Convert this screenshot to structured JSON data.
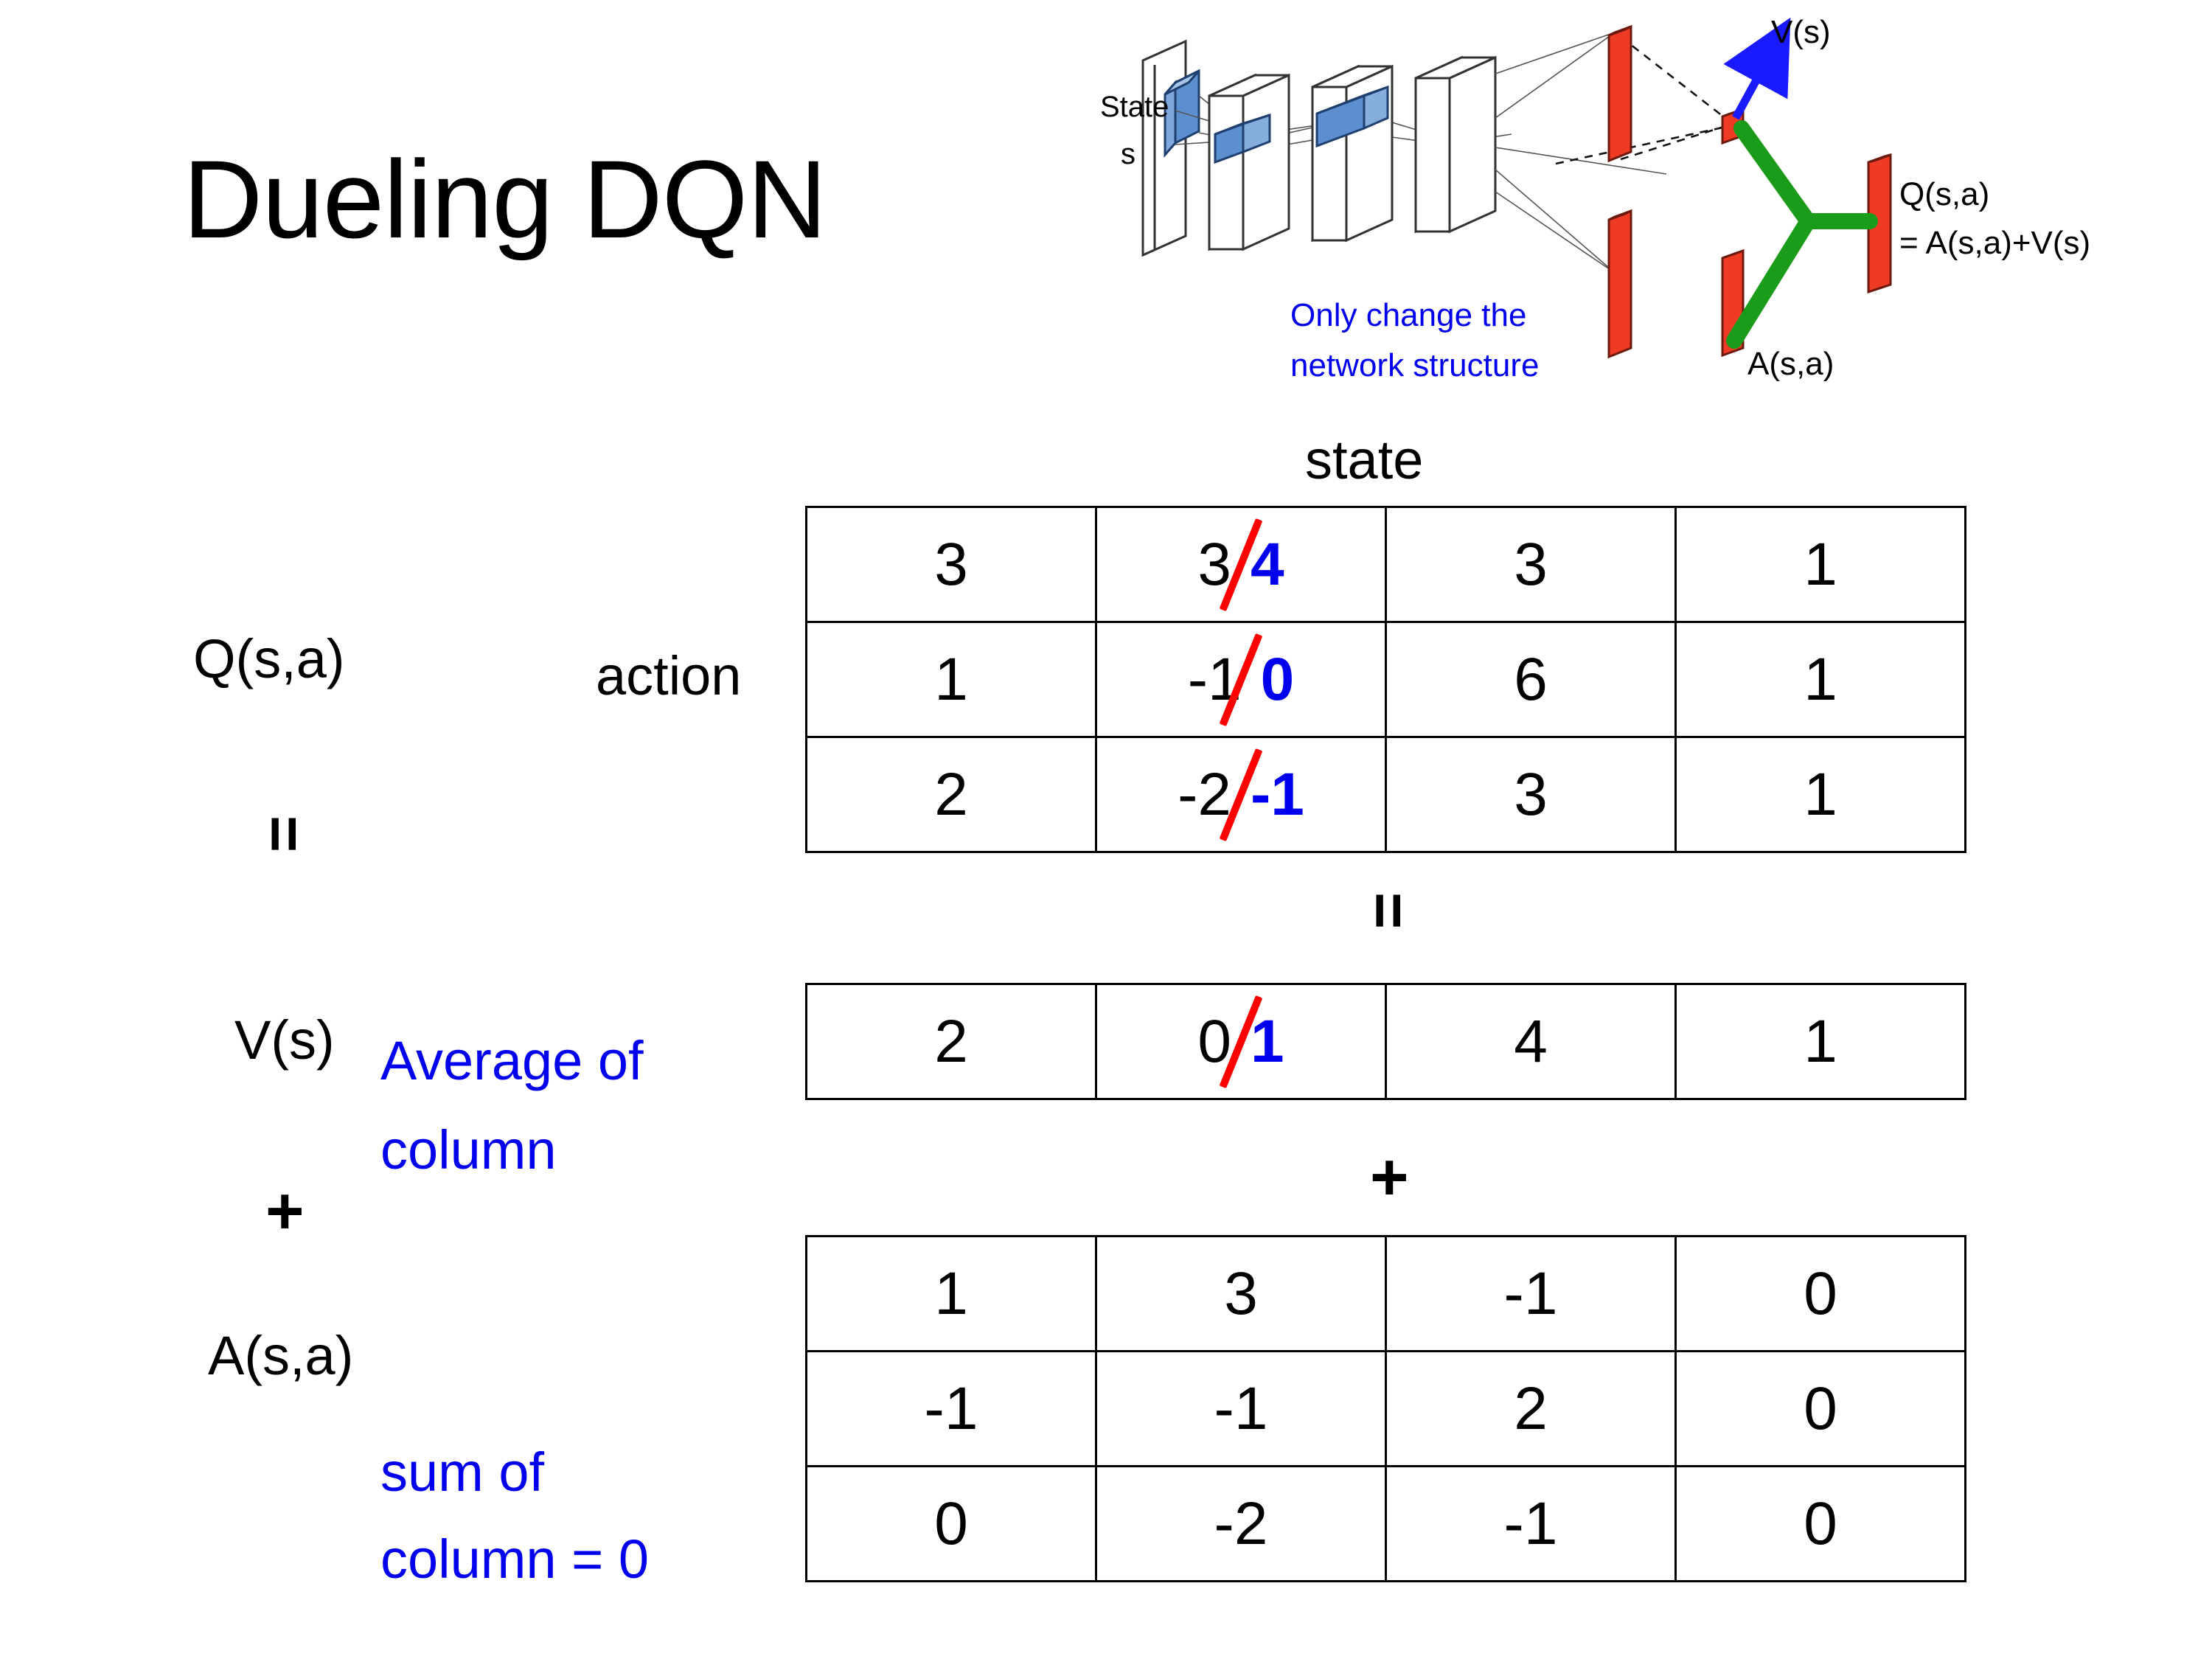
{
  "slide": {
    "title": "Dueling DQN"
  },
  "diagram": {
    "state_label_line1": "State",
    "state_label_line2": "s",
    "note_line1": "Only change the",
    "note_line2": "network structure",
    "value_label": "V(s)",
    "advantage_label": "A(s,a)",
    "q_label_line1": "Q(s,a)",
    "q_label_line2": "= A(s,a)+V(s)",
    "colors": {
      "note": "#0000ee",
      "value_arrow": "#1a1aff",
      "combine": "#1a9c1a",
      "bar": "#ef3b24",
      "conv": "#6f9fd8"
    }
  },
  "labels": {
    "state_axis": "state",
    "action_axis": "action",
    "q_name": "Q(s,a)",
    "v_name": "V(s)",
    "a_name": "A(s,a)",
    "v_note_line1": "Average of",
    "v_note_line2": "column",
    "a_note_line1": "sum of",
    "a_note_line2": "column = 0",
    "equals_1": "=",
    "equals_2": "=",
    "plus_1": "+",
    "plus_2": "+"
  },
  "colors": {
    "edit_old_strike": "#ff0000",
    "edit_new": "#0000ee",
    "note": "#0000ee",
    "table_border": "#000000"
  },
  "chart_data": {
    "type": "table",
    "title": "Dueling DQN decomposition Q(s,a) = V(s) + A(s,a)",
    "xlabel": "state",
    "ylabel": "action",
    "tables": [
      {
        "name": "Q(s,a)",
        "rows": 3,
        "cols": 4,
        "values": [
          [
            "3",
            "3",
            "3",
            "1"
          ],
          [
            "1",
            "-1",
            "6",
            "1"
          ],
          [
            "2",
            "-2",
            "3",
            "1"
          ]
        ],
        "edits": [
          {
            "row": 0,
            "col": 1,
            "old": "3",
            "new": "4"
          },
          {
            "row": 1,
            "col": 1,
            "old": "-1",
            "new": "0"
          },
          {
            "row": 2,
            "col": 1,
            "old": "-2",
            "new": "-1"
          }
        ]
      },
      {
        "name": "V(s)",
        "rows": 1,
        "cols": 4,
        "values": [
          [
            "2",
            "0",
            "4",
            "1"
          ]
        ],
        "edits": [
          {
            "row": 0,
            "col": 1,
            "old": "0",
            "new": "1"
          }
        ]
      },
      {
        "name": "A(s,a)",
        "rows": 3,
        "cols": 4,
        "values": [
          [
            "1",
            "3",
            "-1",
            "0"
          ],
          [
            "-1",
            "-1",
            "2",
            "0"
          ],
          [
            "0",
            "-2",
            "-1",
            "0"
          ]
        ],
        "edits": []
      }
    ]
  }
}
